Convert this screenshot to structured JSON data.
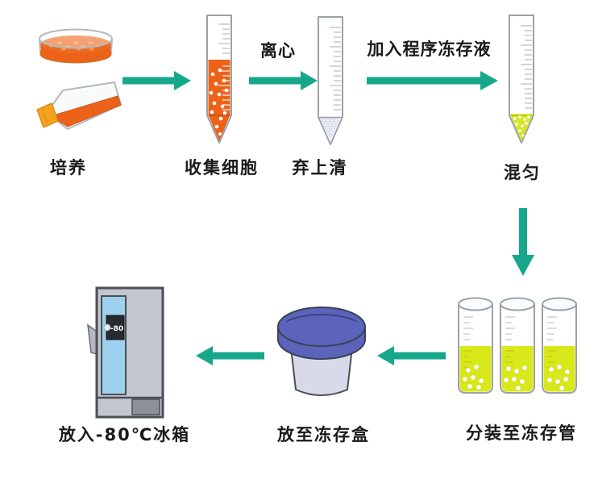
{
  "colors": {
    "arrow": "#17a88b",
    "media_orange": "#ec6218",
    "media_surface": "#ee6a1e",
    "media_dot": "#f79752",
    "flask_cap": "#f5a31f",
    "cell_yellow": "#d9e818",
    "pellet_white": "#eef0f8",
    "box_lid_blue": "#5b64ba",
    "box_body_lavender": "#d8dae9",
    "freezer_body_grey": "#c3c6cd",
    "freezer_door_blue": "#9ed0ef",
    "freezer_display_dark": "#272b31",
    "freezer_block_grey": "#8d9097",
    "label_text": "#1a1a1a"
  },
  "steps": {
    "culture": {
      "label": "培养"
    },
    "collect_cells": {
      "label": "收集细胞"
    },
    "discard_supernatant": {
      "label": "弃上清"
    },
    "mix": {
      "label": "混匀"
    },
    "aliquot_to_cryovials": {
      "label": "分装至冻存管"
    },
    "place_in_cryobox": {
      "label": "放至冻存盒"
    },
    "place_in_freezer": {
      "label": "放入-80℃冰箱"
    }
  },
  "arrow_labels": {
    "centrifuge": "离心",
    "add_cryoprotectant": "加入程序冻存液"
  },
  "freezer": {
    "display_text": "-80"
  }
}
